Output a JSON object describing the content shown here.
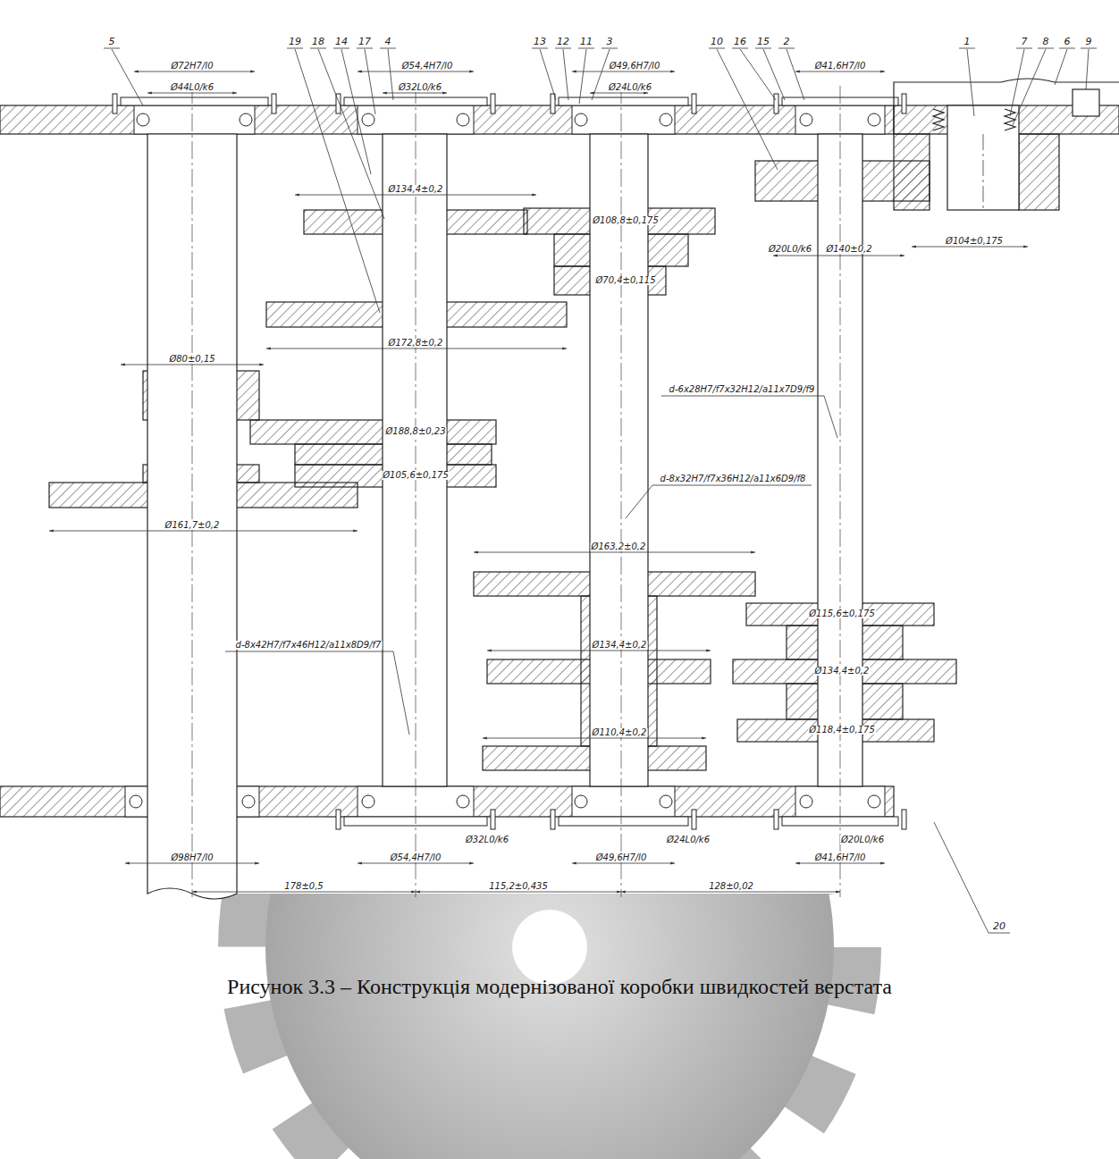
{
  "diagram": {
    "caption": "Рисунок 3.3 – Конструкція модернізованої коробки швидкостей верстата",
    "labels": [
      "5",
      "19",
      "18",
      "14",
      "17",
      "4",
      "13",
      "12",
      "11",
      "3",
      "10",
      "16",
      "15",
      "2",
      "1",
      "7",
      "8",
      "6",
      "9",
      "Ø72H7/l0",
      "Ø44L0/k6",
      "Ø54,4H7/l0",
      "Ø32L0/k6",
      "Ø49,6H7/l0",
      "Ø24L0/k6",
      "Ø41,6H7/l0",
      "Ø134,4±0,2",
      "Ø108,8±0,175",
      "Ø70,4±0,115",
      "Ø20L0/k6",
      "Ø140±0,2",
      "Ø104±0,175",
      "Ø172,8±0,2",
      "Ø80±0,15",
      "Ø188,8±0,23",
      "Ø105,6±0,175",
      "Ø161,7±0,2",
      "d-6x28H7/f7x32H12/a11x7D9/f9",
      "d-8x32H7/f7x36H12/a11x6D9/f8",
      "Ø163,2±0,2",
      "Ø115,6±0,175",
      "Ø134,4±0,2",
      "Ø118,4±0,175",
      "Ø134,4±0,2",
      "d-8x42H7/f7x46H12/a11x8D9/f7",
      "Ø110,4±0,2",
      "Ø98H7/l0",
      "Ø54,4H7/l0",
      "Ø32L0/k6",
      "Ø24L0/k6",
      "Ø49,6H7/l0",
      "Ø20L0/k6",
      "Ø41,6H7/l0",
      "178±0,5",
      "115,2±0,435",
      "128±0,02",
      "20"
    ]
  }
}
